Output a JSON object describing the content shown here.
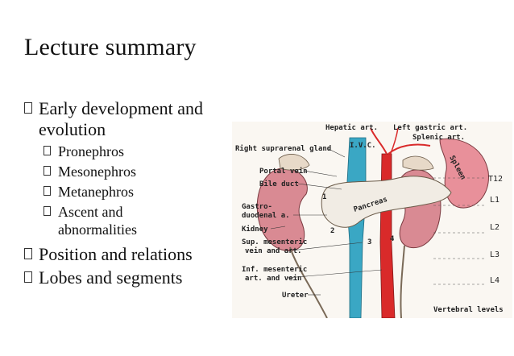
{
  "slide": {
    "title": "Lecture summary",
    "bullets": [
      {
        "text": "Early development and evolution",
        "line1": "Early development and",
        "line2": "evolution"
      },
      {
        "text": "Position and relations"
      },
      {
        "text": "Lobes and segments"
      }
    ],
    "subbullets": [
      {
        "text": "Pronephros"
      },
      {
        "text": "Mesonephros"
      },
      {
        "text": "Metanephros"
      },
      {
        "text": "Ascent and abnormalities",
        "line1": "Ascent and",
        "line2": "abnormalities"
      }
    ]
  },
  "figure": {
    "labels_left": [
      "Right suprarenal gland",
      "Portal vein",
      "Bile duct",
      "Gastro-",
      "duodenal a.",
      "Kidney",
      "Sup. mesenteric",
      "vein and art.",
      "Inf. mesenteric",
      "art. and vein",
      "Ureter"
    ],
    "labels_top": [
      "Hepatic art.",
      "Left gastric art.",
      "Splenic art.",
      "I.V.C."
    ],
    "vertebral_levels": [
      "T12",
      "L1",
      "L2",
      "L3",
      "L4"
    ],
    "vertebral_caption": "Vertebral levels",
    "organ_pancreas": "Pancreas",
    "organ_spleen": "Spleen",
    "numbers": [
      "1",
      "2",
      "3",
      "4"
    ]
  },
  "colors": {
    "kidney": "#d98a93",
    "ivc": "#3aa7c4",
    "aorta": "#d92a2a",
    "spleen": "#e8909a",
    "pancreas": "#f1ece4"
  }
}
